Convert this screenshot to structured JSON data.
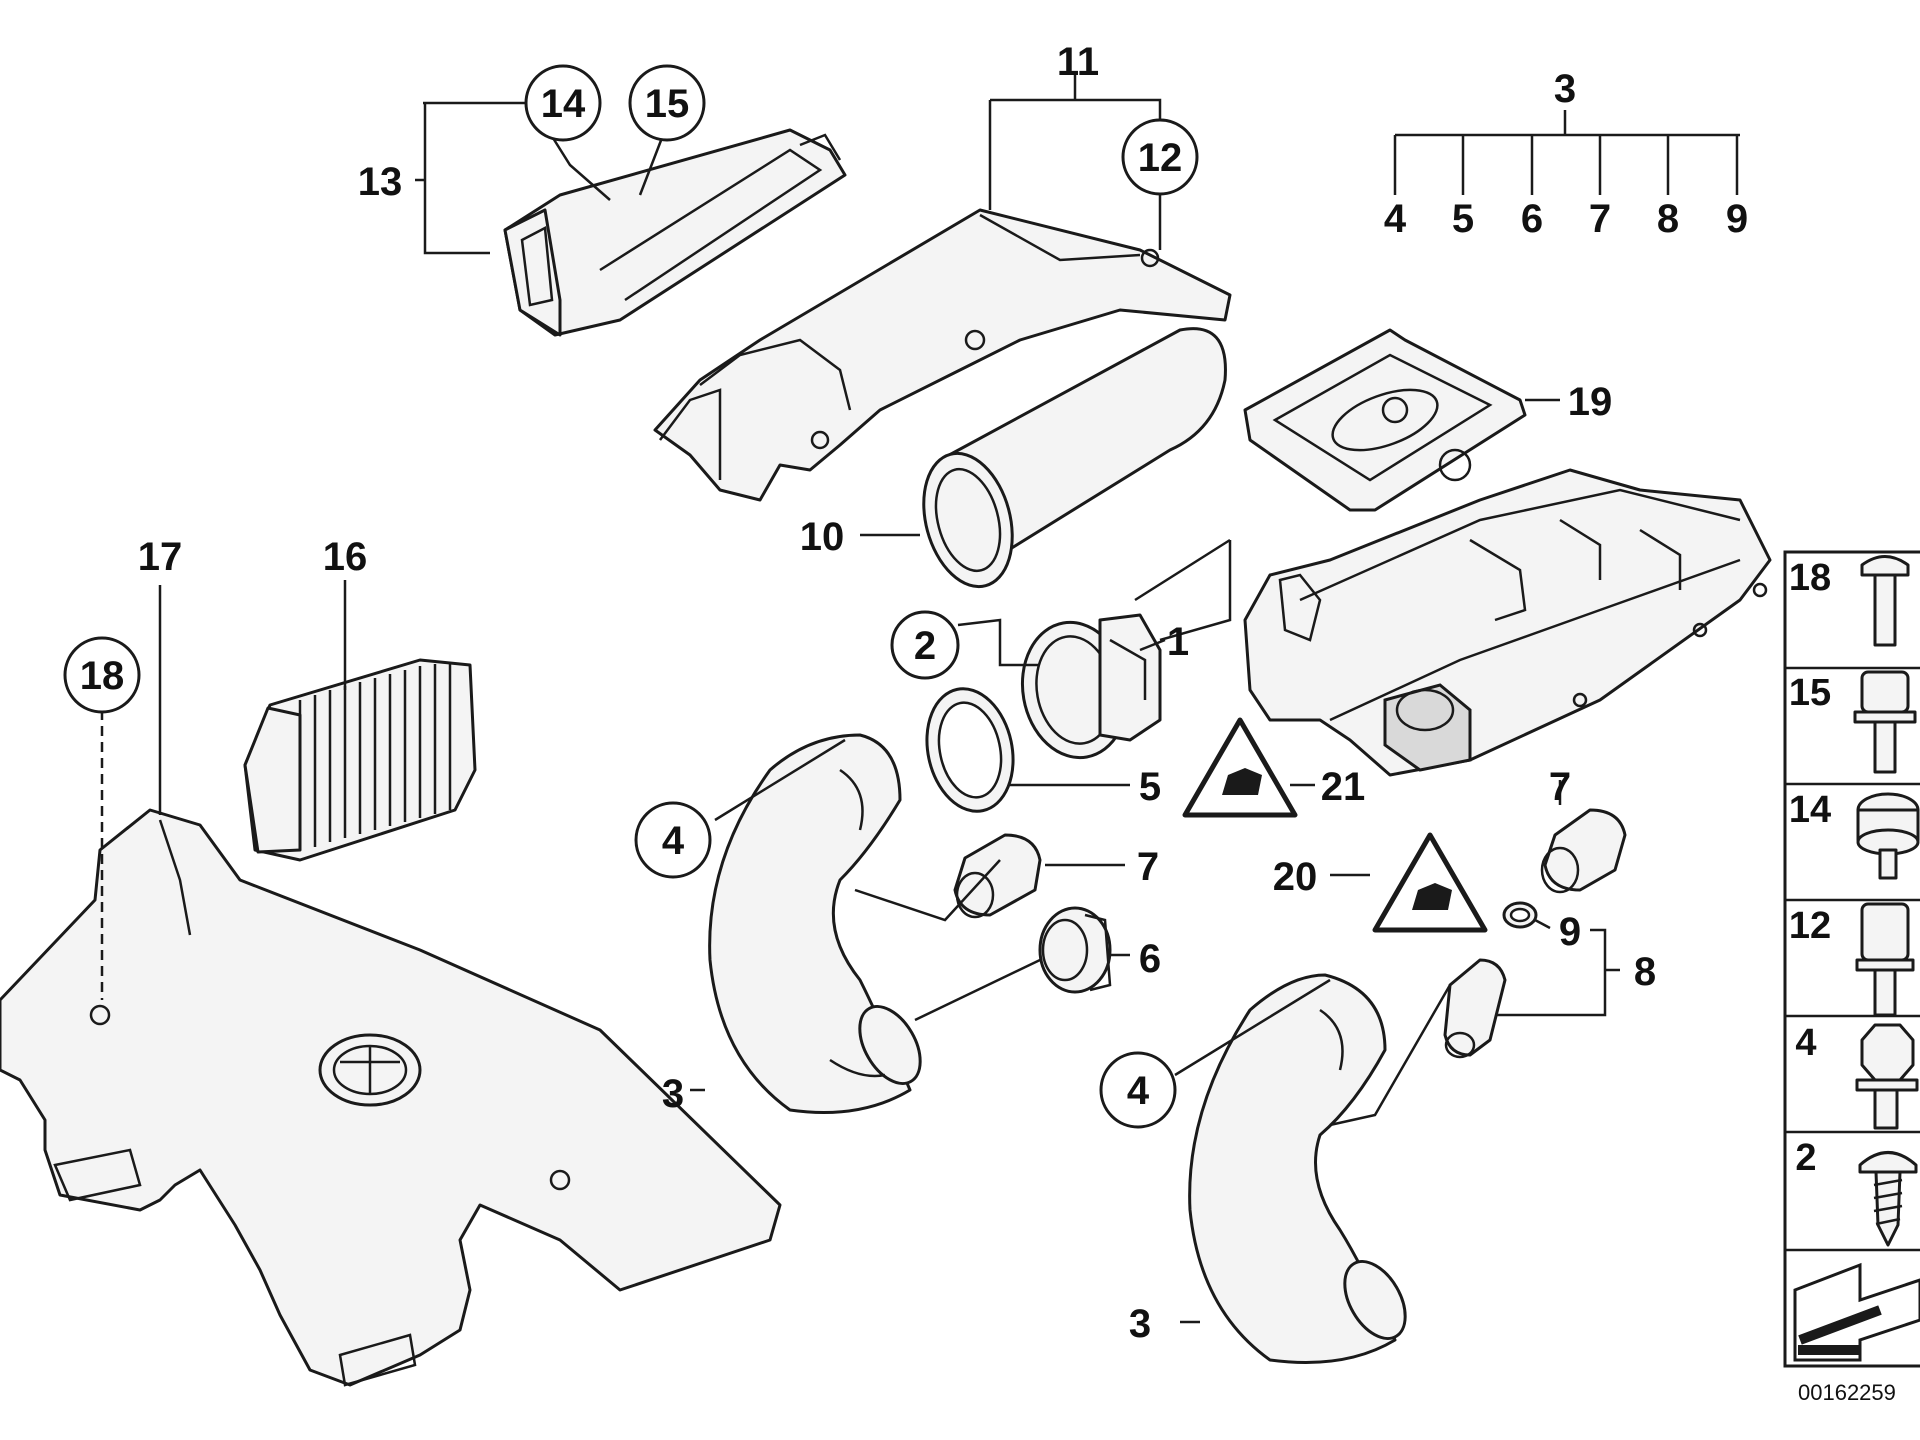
{
  "callouts": {
    "c1": "1",
    "c2": "2",
    "c3a": "3",
    "c3b": "3",
    "c3c": "3",
    "c4a": "4",
    "c4b": "4",
    "c4c": "4",
    "c5a": "5",
    "c5b": "5",
    "c6a": "6",
    "c6b": "6",
    "c7a": "7",
    "c7b": "7",
    "c7c": "7",
    "c8a": "8",
    "c8b": "8",
    "c9a": "9",
    "c9b": "9",
    "c10": "10",
    "c11": "11",
    "c12": "12",
    "c13": "13",
    "c14": "14",
    "c15": "15",
    "c16": "16",
    "c17": "17",
    "c18": "18",
    "c19": "19",
    "c20": "20",
    "c21": "21"
  },
  "legend": {
    "items": [
      "18",
      "15",
      "14",
      "12",
      "4",
      "2"
    ]
  },
  "doc_number": "00162259"
}
